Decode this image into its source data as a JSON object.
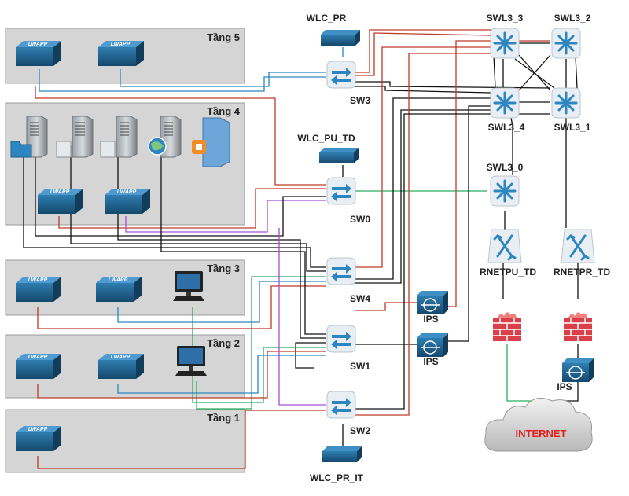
{
  "floors": [
    "Tầng 5",
    "Tầng 4",
    "Tầng 3",
    "Tầng 2",
    "Tầng 1"
  ],
  "ap_label": "LWAPP",
  "devices": {
    "wlc_pr": "WLC_PR",
    "wlc_pu_td": "WLC_PU_TD",
    "wlc_pr_it": "WLC_PR_IT",
    "sw3": "SW3",
    "sw0": "SW0",
    "sw4": "SW4",
    "sw1": "SW1",
    "sw2": "SW2",
    "swl3_3": "SWL3_3",
    "swl3_2": "SWL3_2",
    "swl3_4": "SWL3_4",
    "swl3_1": "SWL3_1",
    "swl3_0": "SWL3_0",
    "rnetpu_td": "RNETPU_TD",
    "rnetpr_td": "RNETPR_TD",
    "ips_a": "IPS",
    "ips_b": "IPS",
    "ips_c": "IPS",
    "internet": "INTERNET"
  },
  "colors": {
    "red": "#c0392b",
    "blue": "#2e86c1",
    "green": "#27ae60",
    "black": "#111111",
    "purple": "#a64dd6",
    "floor_bg": "#d5d5d5",
    "device_blue": "#1d5f8a"
  }
}
